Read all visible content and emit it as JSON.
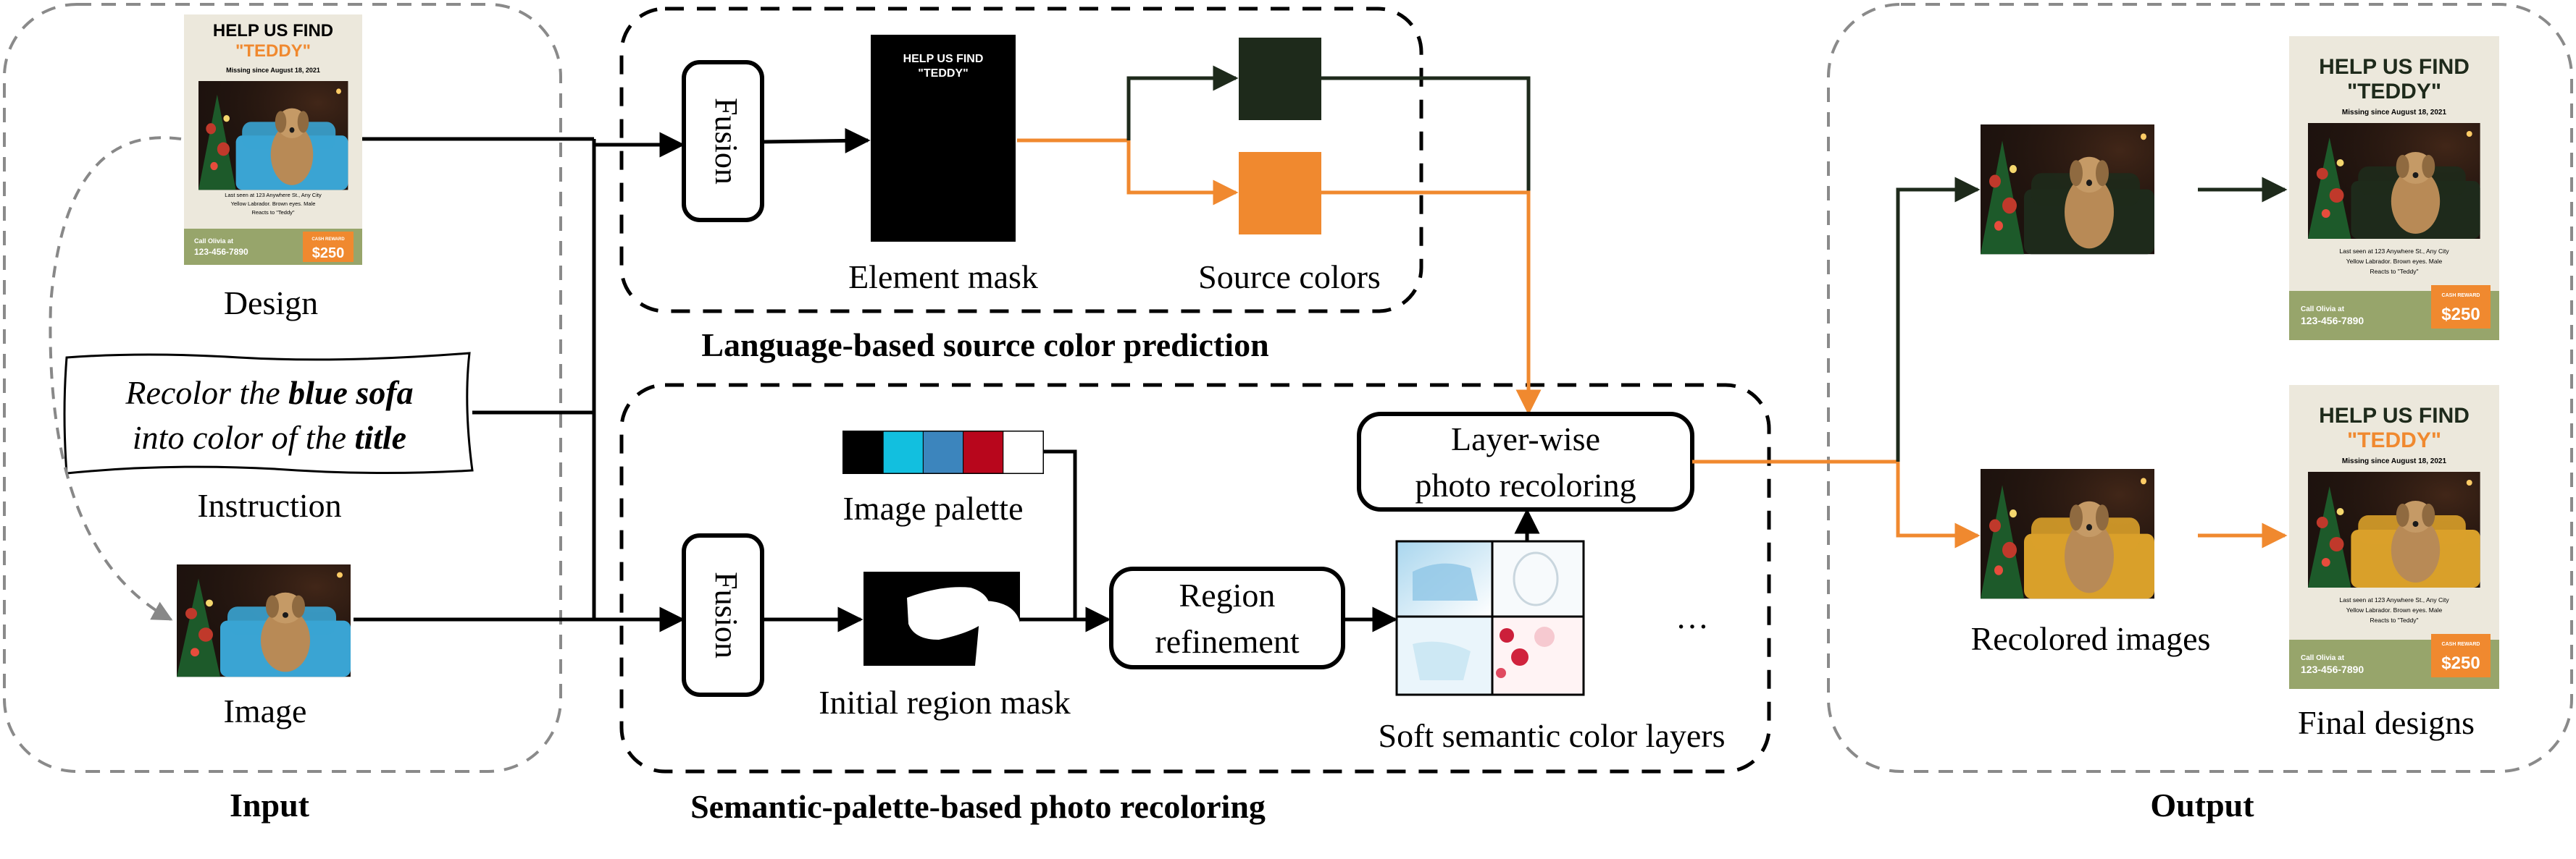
{
  "sections": {
    "input": "Input",
    "output": "Output",
    "language": "Language-based source color prediction",
    "semantic": "Semantic-palette-based photo recoloring"
  },
  "labels": {
    "design": "Design",
    "instruction": "Instruction",
    "image": "Image",
    "element_mask": "Element mask",
    "source_colors": "Source colors",
    "image_palette": "Image palette",
    "initial_region_mask": "Initial region mask",
    "soft_layers": "Soft semantic color layers",
    "recolored_images": "Recolored images",
    "final_designs": "Final designs",
    "ellipsis": "…"
  },
  "instruction_text": {
    "line1_a": "Recolor the ",
    "line1_b": "blue sofa",
    "line2_a": "into color of the ",
    "line2_b": "title"
  },
  "boxes": {
    "fusion_top": "Fusion",
    "fusion_bottom": "Fusion",
    "region_refinement_1": "Region",
    "region_refinement_2": "refinement",
    "layerwise_1": "Layer-wise",
    "layerwise_2": "photo recoloring"
  },
  "mask_text": {
    "line1": "HELP US FIND",
    "line2": "\"TEDDY\""
  },
  "poster": {
    "title1": "HELP US FIND",
    "title2": "\"TEDDY\"",
    "missing": "Missing since August 18, 2021",
    "body1": "Last seen at 123 Anywhere St., Any City",
    "body2": "Yellow Labrador. Brown eyes. Male",
    "body3": "Reacts to \"Teddy\"",
    "call1": "Call Olivia at",
    "call2": "123-456-7890",
    "reward_label": "CASH REWARD",
    "reward": "$250"
  },
  "colors": {
    "orange": "#F0892F",
    "dark": "#1E2A1B",
    "poster_bg": "#ECE8DC",
    "poster_green": "#97A56B",
    "sofa_blue": "#3AA4D3",
    "sofa_yellow": "#D9A02A"
  },
  "palette_swatches": [
    "#000000",
    "#12BFDF",
    "#3C85BD",
    "#B8061C",
    "#FFFFFF"
  ]
}
